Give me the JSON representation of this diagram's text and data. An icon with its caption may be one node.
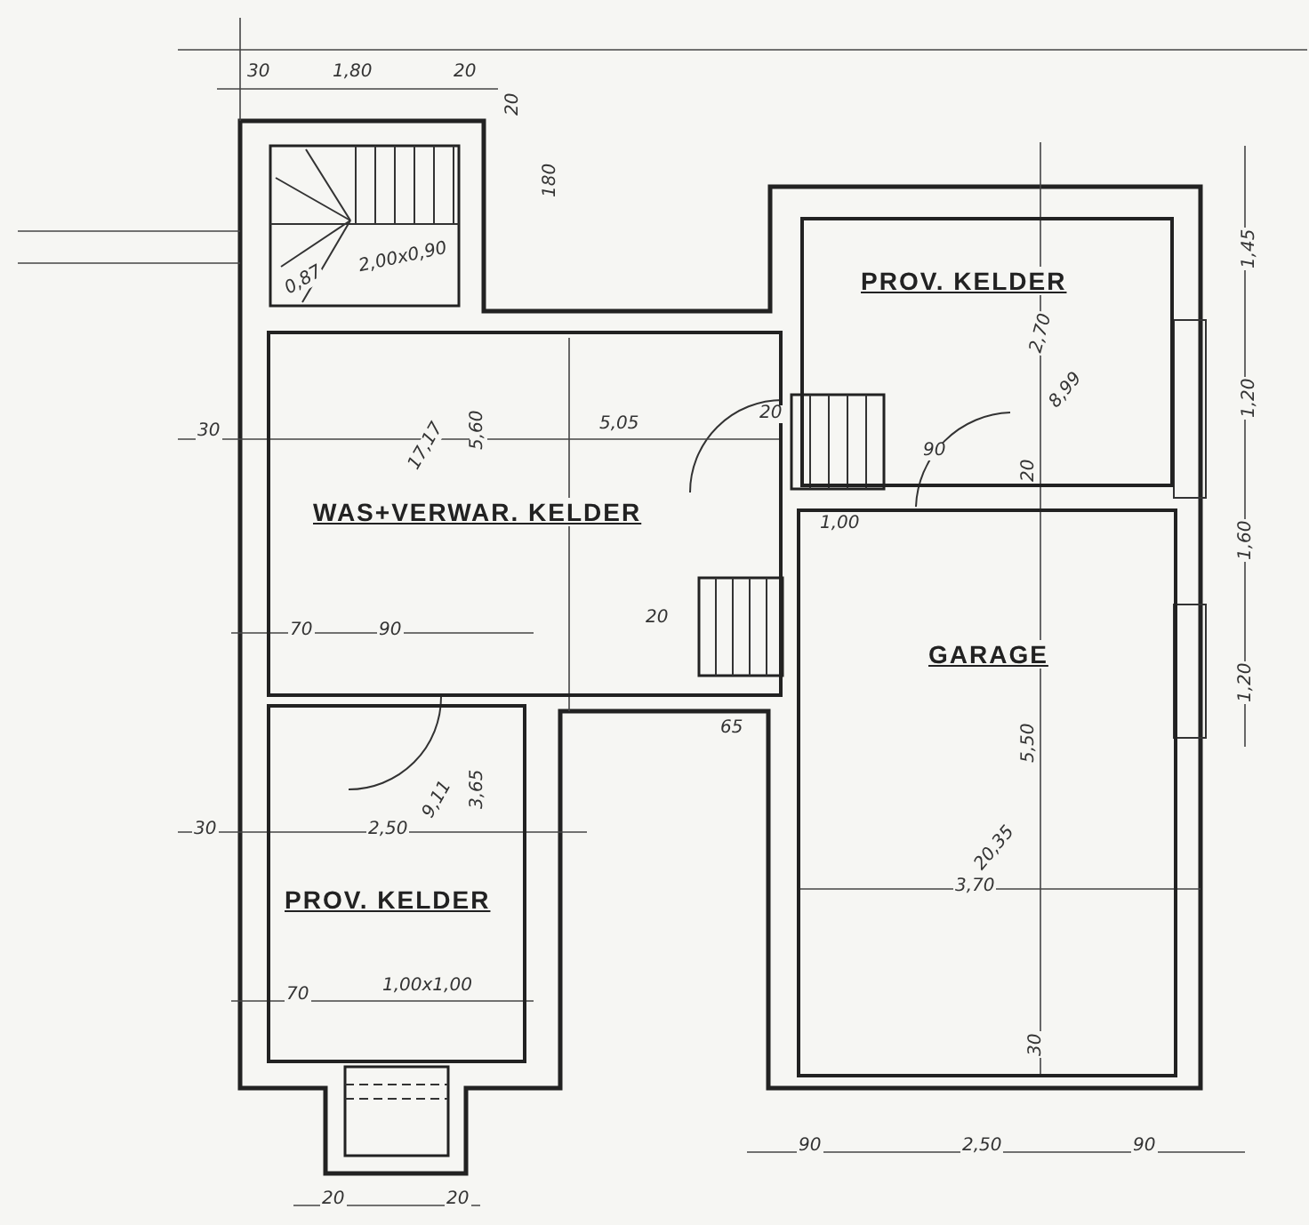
{
  "diagram": {
    "nodes": [
      {
        "text": [
          "WAS+VERWAR. KELDER"
        ]
      },
      {
        "text": [
          "PROV. KELDER"
        ]
      },
      {
        "text": [
          "GARAGE"
        ]
      },
      {
        "text": [
          "PROV. KELDER"
        ]
      }
    ],
    "labels": [
      "30",
      "1,80",
      "20",
      "20",
      "180",
      "2,00x0,90",
      "0,87",
      "1,45",
      "30",
      "17,17",
      "5,60",
      "5,05",
      "20",
      "2,70",
      "8,99",
      "90",
      "20",
      "1,20",
      "1,00",
      "1,60",
      "20",
      "70",
      "90",
      "1,20",
      "65",
      "5,50",
      "9,11",
      "3,65",
      "30",
      "2,50",
      "20,35",
      "3,70",
      "70",
      "1,00x1,00",
      "30",
      "90",
      "2,50",
      "90",
      "20",
      "20"
    ]
  }
}
